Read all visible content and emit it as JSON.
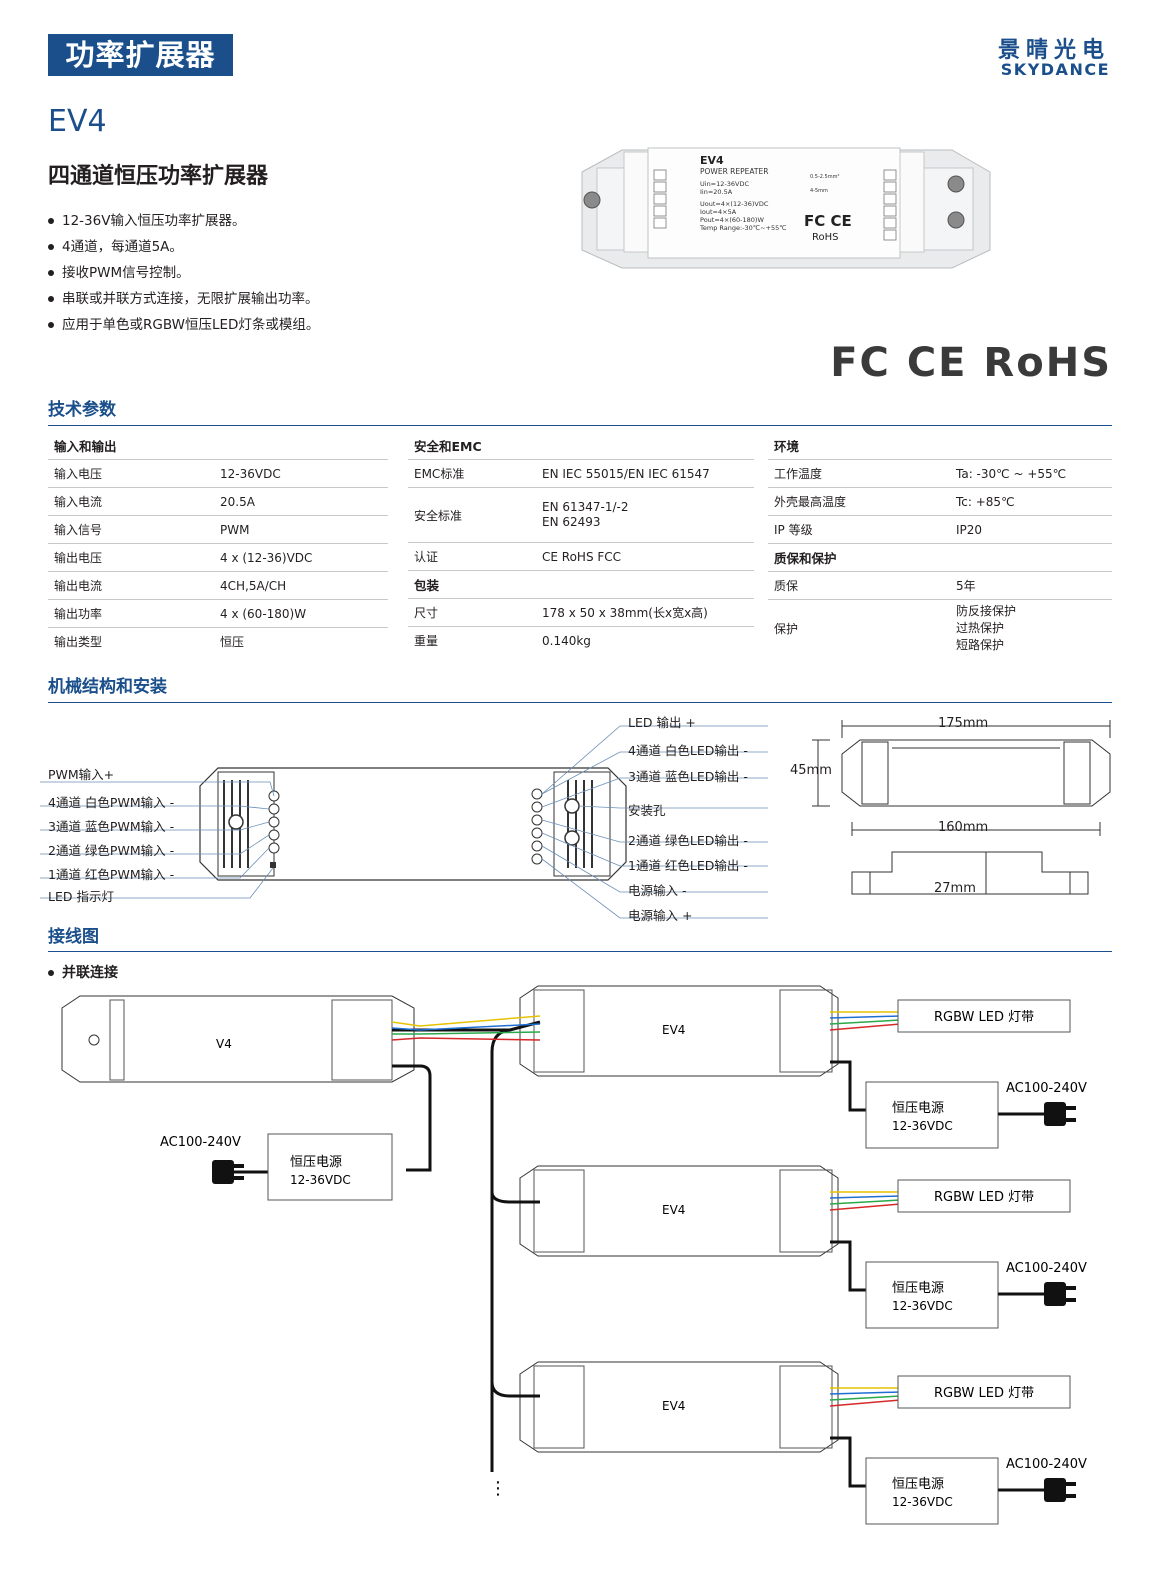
{
  "header": {
    "badge": "功率扩展器",
    "brand_cn": "景晴光电",
    "brand_en": "SKYDANCE"
  },
  "model": "EV4",
  "subtitle": "四通道恒压功率扩展器",
  "features": [
    "12-36V输入恒压功率扩展器。",
    "4通道，每通道5A。",
    "接收PWM信号控制。",
    "串联或并联方式连接，无限扩展输出功率。",
    "应用于单色或RGBW恒压LED灯条或模组。"
  ],
  "certs": "FC  CE  RoHS",
  "product_label": {
    "name": "EV4",
    "type": "POWER REPEATER",
    "lines": [
      "Uin=12-36VDC",
      "Iin=20.5A",
      "Uout=4×(12-36)VDC",
      "Iout=4×5A",
      "Pout=4×(60-180)W",
      "Temp Range:-30℃~+55℃"
    ],
    "wire": "0.5-2.5mm²",
    "strip": "4-5mm",
    "rohs": "RoHS"
  },
  "sections": {
    "spec": "技术参数",
    "mech": "机械结构和安装",
    "wiring": "接线图"
  },
  "spec": {
    "col1": {
      "title": "输入和输出",
      "rows": [
        [
          "输入电压",
          "12-36VDC"
        ],
        [
          "输入电流",
          "20.5A"
        ],
        [
          "输入信号",
          "PWM"
        ],
        [
          "输出电压",
          "4 x (12-36)VDC"
        ],
        [
          "输出电流",
          "4CH,5A/CH"
        ],
        [
          "输出功率",
          "4 x (60-180)W"
        ],
        [
          "输出类型",
          "恒压"
        ]
      ]
    },
    "col2": {
      "title": "安全和EMC",
      "emc": [
        "EMC标准",
        "EN IEC 55015/EN IEC 61547"
      ],
      "safety_label": "安全标准",
      "safety_1": "EN 61347-1/-2",
      "safety_2": "EN 62493",
      "cert": [
        "认证",
        "CE RoHS FCC"
      ],
      "pack_title": "包装",
      "size": [
        "尺寸",
        "178 x 50 x 38mm(长x宽x高)"
      ],
      "weight": [
        "重量",
        "0.140kg"
      ]
    },
    "col3": {
      "title": "环境",
      "rows": [
        [
          "工作温度",
          "Ta: -30℃ ~ +55℃"
        ],
        [
          "外壳最高温度",
          "Tc: +85℃"
        ],
        [
          "IP 等级",
          "IP20"
        ]
      ],
      "warranty_title": "质保和保护",
      "warranty": [
        "质保",
        "5年"
      ],
      "protect_label": "保护",
      "protect": [
        "防反接保护",
        "过热保护",
        "短路保护"
      ]
    }
  },
  "mech": {
    "left_labels": [
      "PWM输入+",
      "4通道 白色PWM输入 -",
      "3通道 蓝色PWM输入 -",
      "2通道 绿色PWM输入 -",
      "1通道 红色PWM输入 -",
      "LED 指示灯"
    ],
    "right_labels": [
      "LED 输出 +",
      "4通道 白色LED输出 -",
      "3通道 蓝色LED输出 -",
      "安装孔",
      "2通道 绿色LED输出 -",
      "1通道 红色LED输出 -",
      "电源输入 -",
      "电源输入 +"
    ],
    "dims": {
      "length": "175mm",
      "width": "45mm",
      "hole": "160mm",
      "height": "27mm"
    }
  },
  "wiring": {
    "mode": "并联连接",
    "master": "V4",
    "slave": "EV4",
    "strip": "RGBW LED 灯带",
    "psu_1": "恒压电源",
    "psu_2": "12-36VDC",
    "ac": "AC100-240V",
    "more": "⋮"
  }
}
